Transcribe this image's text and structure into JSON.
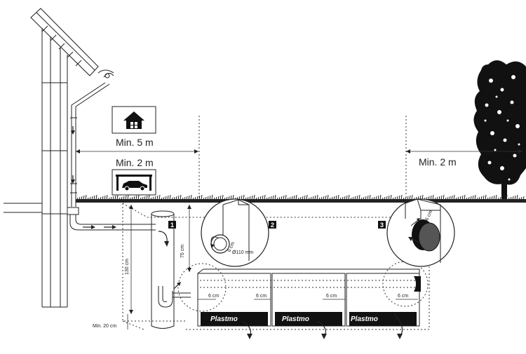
{
  "distances": {
    "house": "Min. 5 m",
    "parking": "Min. 2 m",
    "tree": "Min. 2 m"
  },
  "depths": {
    "total": "130 cm",
    "cover": "75 cm",
    "base": "Min. 20 cm"
  },
  "callouts": {
    "one": "1",
    "two": "2",
    "three": "3"
  },
  "dimensions": {
    "pipe_diameter": "Ø110 mm",
    "detail_gap_2": "6 cm",
    "detail_gap_3": "6 cm",
    "gap_1": "6 cm",
    "gap_2": "6 cm",
    "gap_3": "6 cm",
    "gap_4": "6 cm"
  },
  "brand": {
    "block_1": "Plastmo",
    "block_2": "Plastmo",
    "block_3": "Plastmo"
  },
  "icons": {
    "house": "house-icon",
    "carport": "carport-car-icon",
    "tree": "tree-icon"
  },
  "colors": {
    "ink": "#222222",
    "block": "#111111",
    "ground": "#222222"
  }
}
